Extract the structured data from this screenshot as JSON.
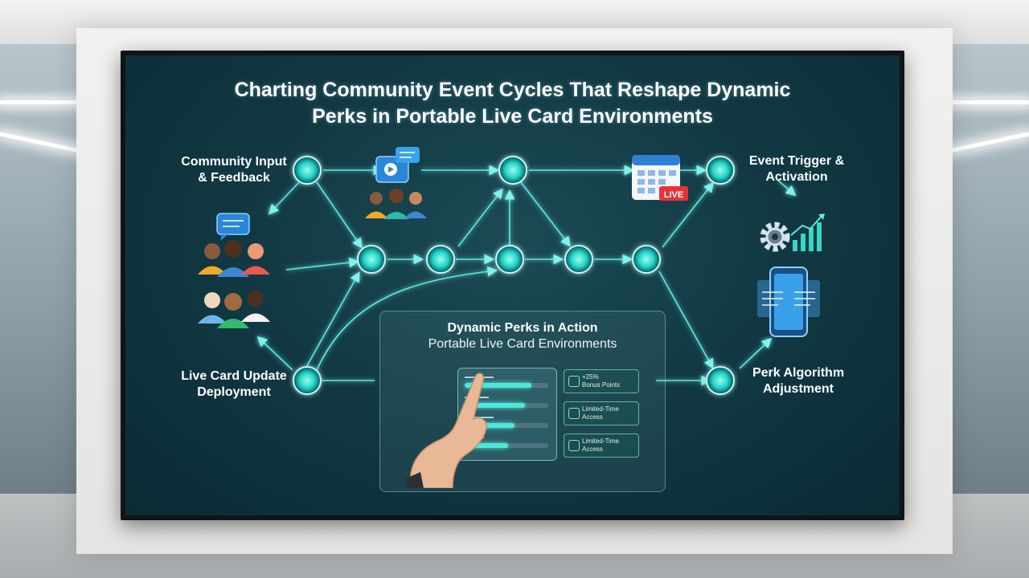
{
  "title": {
    "line1": "Charting Community Event Cycles That Reshape Dynamic",
    "line2": "Perks in Portable Live Card Environments"
  },
  "labels": {
    "community_input": {
      "line1": "Community Input",
      "line2": "& Feedback"
    },
    "event_trigger": {
      "line1": "Event Trigger &",
      "line2": "Activation"
    },
    "live_card_update": {
      "line1": "Live Card Update",
      "line2": "Deployment"
    },
    "perk_algorithm": {
      "line1": "Perk Algorithm",
      "line2": "Adjustment"
    }
  },
  "panel": {
    "title": "Dynamic Perks in Action",
    "subtitle": "Portable Live Card Environments",
    "perks": [
      {
        "line1": "+25%",
        "line2": "Bonus Points"
      },
      {
        "line1": "Limited-Time",
        "line2": "Access"
      },
      {
        "line1": "Limited-Time",
        "line2": "Access"
      }
    ],
    "bars": [
      0.8,
      0.72,
      0.6,
      0.52
    ]
  },
  "calendar_badge": "LIVE",
  "colors": {
    "accent": "#3de0e8",
    "node_teal": "#1fd7c8",
    "badge_red": "#e6333b",
    "background": "#123a44"
  },
  "icons": [
    "chat-bubble-icon",
    "people-group-icon",
    "calendar-icon",
    "gear-chart-icon",
    "phone-card-icon",
    "hand-icon"
  ]
}
